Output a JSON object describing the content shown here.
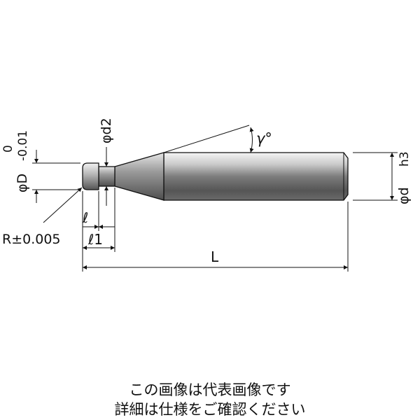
{
  "labels": {
    "tol_upper": "0",
    "tol_lower": "-0.01",
    "phi_D": "φD",
    "phi_d2": "φd2",
    "gamma": "γ°",
    "phi_d": "φd",
    "h3": "h3",
    "ell": "ℓ",
    "ell1": "ℓ1",
    "radius": "R±0.005",
    "length": "L"
  },
  "caption": {
    "line1": "この画像は代表画像です",
    "line2": "詳細は仕様をご確認ください"
  }
}
